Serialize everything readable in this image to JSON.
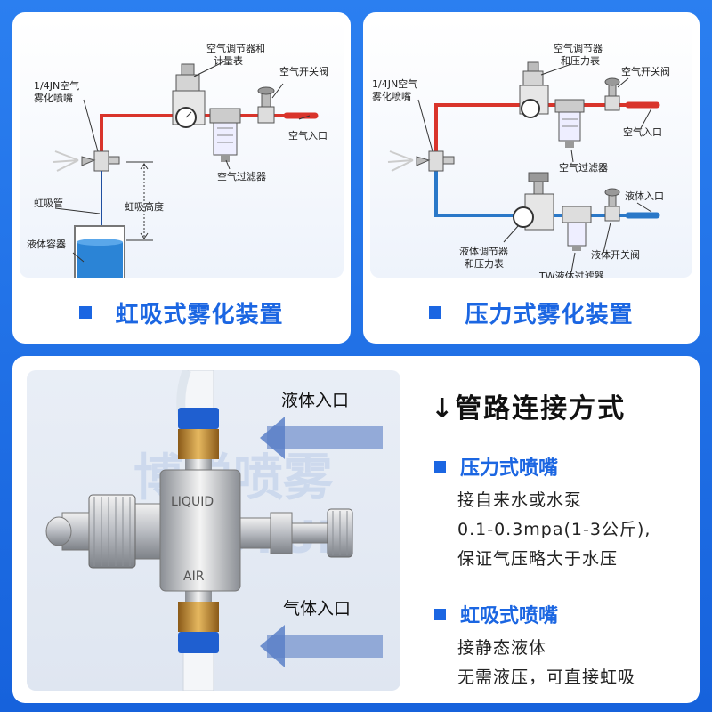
{
  "siphon_panel": {
    "caption": "虹吸式雾化装置",
    "labels": {
      "nozzle": [
        "1/4JN空气",
        "雾化喷嘴"
      ],
      "regulator": [
        "空气调节器和",
        "计量表"
      ],
      "air_valve": "空气开关阀",
      "air_inlet": "空气入口",
      "air_filter": "空气过滤器",
      "siphon_tube": "虹吸管",
      "siphon_height": "虹吸高度",
      "container": "液体容器"
    }
  },
  "pressure_panel": {
    "caption": "压力式雾化装置",
    "labels": {
      "nozzle": [
        "1/4JN空气",
        "雾化喷嘴"
      ],
      "regulator": [
        "空气调节器",
        "和压力表"
      ],
      "air_valve": "空气开关阀",
      "air_inlet": "空气入口",
      "air_filter": "空气过滤器",
      "liquid_inlet": "液体入口",
      "liquid_regulator": [
        "液体调节器",
        "和压力表"
      ],
      "liquid_valve": "液体开关阀",
      "liquid_filter": "TW液体过滤器"
    }
  },
  "photo": {
    "liquid_inlet": "液体入口",
    "gas_inlet": "气体入口",
    "body_top_mark": "LIQUID",
    "body_bottom_mark": "AIR",
    "watermark": "博悦喷雾",
    "watermark_latin": "BOYUE"
  },
  "connection": {
    "title": "↓管路连接方式",
    "pressure_heading": "压力式喷嘴",
    "pressure_lines": [
      "接自来水或水泵",
      "0.1-0.3mpa(1-3公斤),",
      "保证气压略大于水压"
    ],
    "siphon_heading": "虹吸式喷嘴",
    "siphon_lines": [
      "接静态液体",
      "无需液压，可直接虹吸"
    ]
  },
  "colors": {
    "accent": "#1b66e2",
    "air_line": "#d9342b",
    "liquid_line": "#2a78c8"
  }
}
